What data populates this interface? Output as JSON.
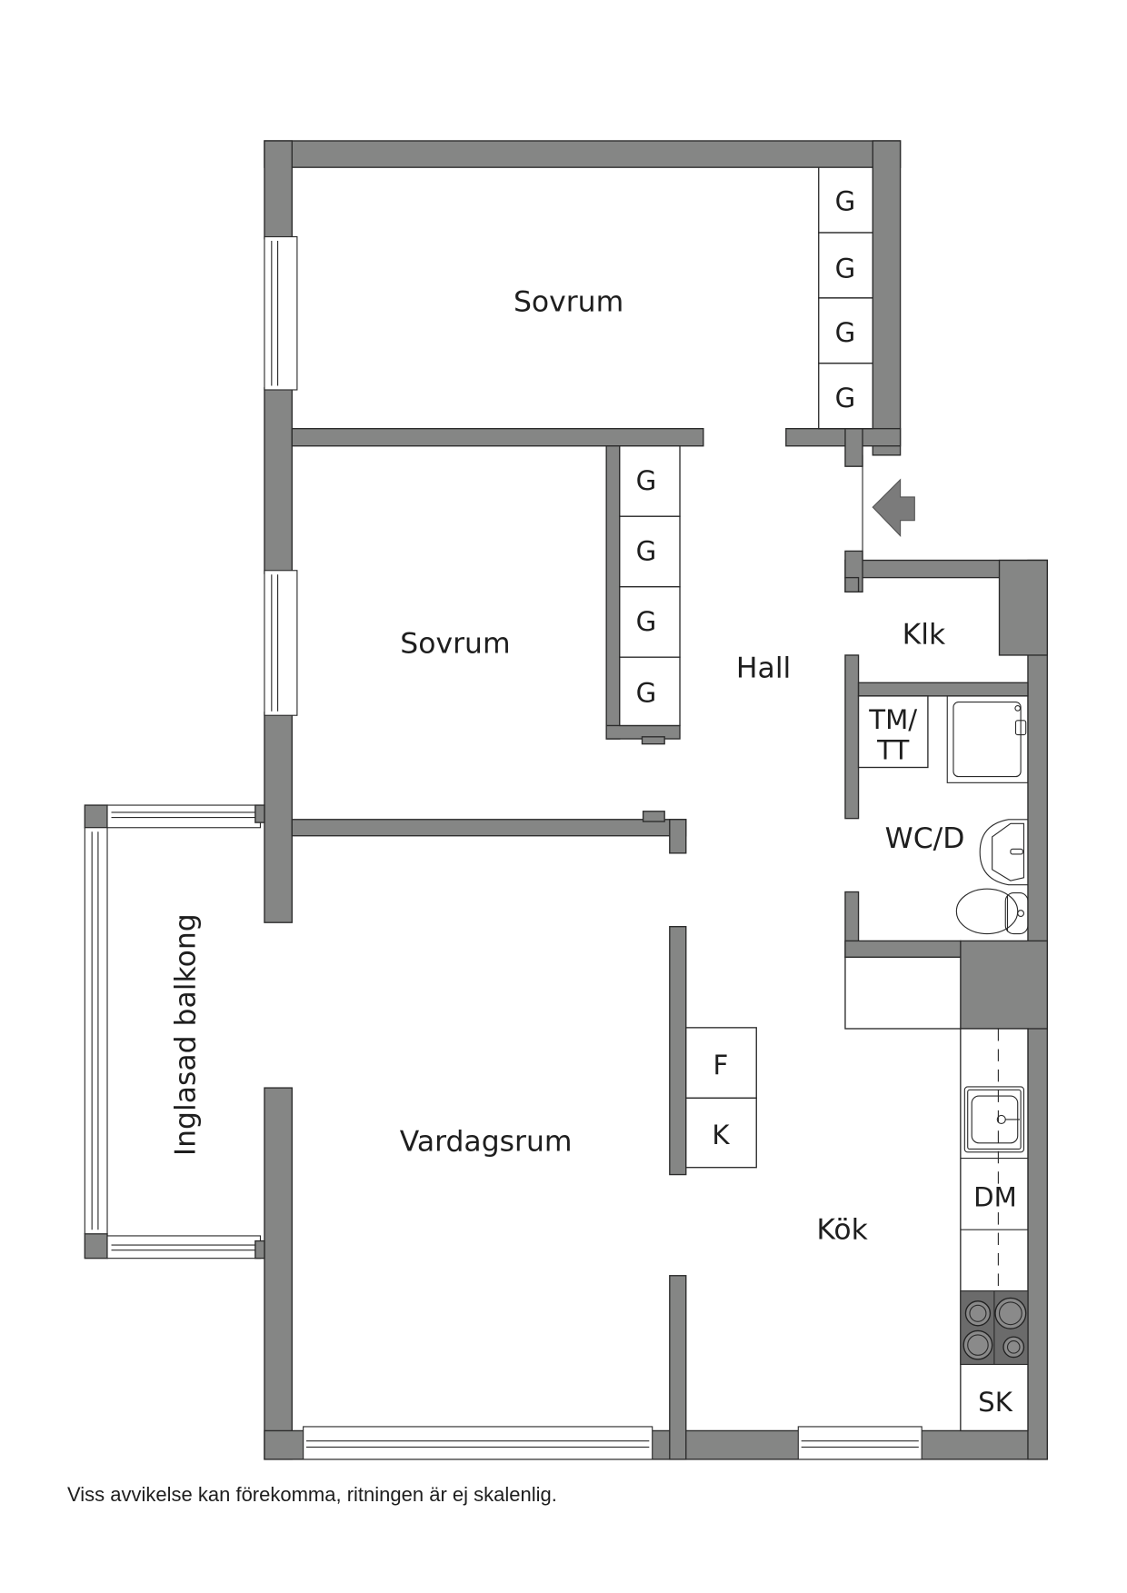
{
  "plan": {
    "rooms": {
      "sovrum_1": "Sovrum",
      "sovrum_2": "Sovrum",
      "hall": "Hall",
      "klk": "Klk",
      "wc_d": "WC/D",
      "tm_tt_line1": "TM/",
      "tm_tt_line2": "TT",
      "vardagsrum": "Vardagsrum",
      "kok": "Kök",
      "balkong": "Inglasad balkong"
    },
    "closets": {
      "sovrum_1": [
        "G",
        "G",
        "G",
        "G"
      ],
      "sovrum_2": [
        "G",
        "G",
        "G",
        "G"
      ]
    },
    "appliances": {
      "fridge": "F",
      "freezer": "K",
      "dishwasher": "DM",
      "cabinet": "SK"
    },
    "icons": {
      "entrance": "entrance-arrow-icon",
      "stove": "stove-icon",
      "sink": "sink-icon",
      "shower": "shower-icon",
      "washbasin": "washbasin-icon",
      "toilet": "toilet-icon"
    },
    "colors": {
      "wall": "#858685",
      "stove": "#6b6b6b",
      "background": "#ffffff"
    }
  },
  "footer": {
    "disclaimer": "Viss avvikelse kan förekomma, ritningen är ej skalenlig."
  }
}
